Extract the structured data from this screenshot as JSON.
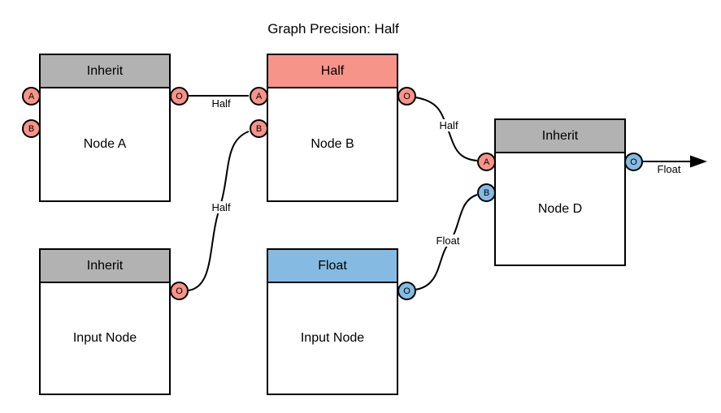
{
  "title": "Graph Precision: Half",
  "colors": {
    "half": "#F79489",
    "float": "#85BBE3",
    "inherit": "#B2B2B2",
    "edge": "#000000",
    "canvas": "#FFFFFF"
  },
  "nodes": [
    {
      "name": "node-a",
      "header": "Inherit",
      "label": "Node A",
      "ports": [
        {
          "name": "A",
          "type": "half"
        },
        {
          "name": "B",
          "type": "half"
        },
        {
          "name": "O",
          "type": "half"
        }
      ]
    },
    {
      "name": "node-b",
      "header": "Half",
      "label": "Node B",
      "ports": [
        {
          "name": "A",
          "type": "half"
        },
        {
          "name": "B",
          "type": "half"
        },
        {
          "name": "O",
          "type": "half"
        }
      ]
    },
    {
      "name": "node-d",
      "header": "Inherit",
      "label": "Node D",
      "ports": [
        {
          "name": "A",
          "type": "half"
        },
        {
          "name": "B",
          "type": "float"
        },
        {
          "name": "O",
          "type": "float"
        }
      ]
    },
    {
      "name": "input-node-left",
      "header": "Inherit",
      "label": "Input Node",
      "ports": [
        {
          "name": "O",
          "type": "half"
        }
      ]
    },
    {
      "name": "input-node-float",
      "header": "Float",
      "label": "Input Node",
      "ports": [
        {
          "name": "O",
          "type": "float"
        }
      ]
    }
  ],
  "edges": [
    {
      "label": "Half",
      "from": "node-a.O",
      "to": "node-b.A"
    },
    {
      "label": "Half",
      "from": "input-node-left.O",
      "to": "node-b.B"
    },
    {
      "label": "Half",
      "from": "node-b.O",
      "to": "node-d.A"
    },
    {
      "label": "Float",
      "from": "input-node-float.O",
      "to": "node-d.B"
    },
    {
      "label": "Float",
      "from": "node-d.O",
      "to": "graph-output"
    }
  ]
}
